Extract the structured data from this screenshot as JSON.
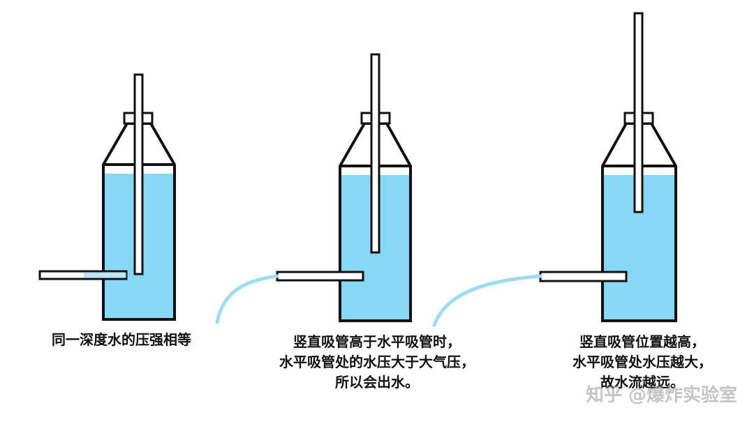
{
  "colors": {
    "outline": "#111111",
    "water": "#87d8f7",
    "stream": "#9ddcf3",
    "background": "#ffffff",
    "text": "#111111"
  },
  "captions": {
    "first": [
      "同一深度水的压强相等"
    ],
    "second": [
      "竖直吸管高于水平吸管时，",
      "水平吸管处的水压大于大气压，",
      "所以会出水。"
    ],
    "third": [
      "竖直吸管位置越高，",
      "水平吸管处水压越大，",
      "故水流越远。"
    ]
  },
  "watermark": "知乎 @爆炸实验室"
}
